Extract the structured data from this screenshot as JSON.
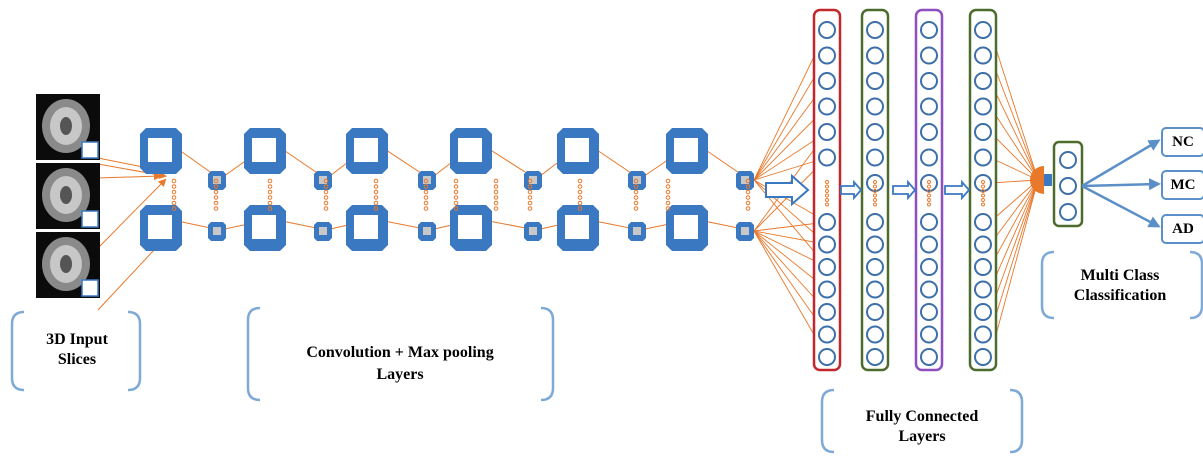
{
  "labels": {
    "input": [
      "3D Input",
      "Slices"
    ],
    "conv": [
      "Convolution + Max pooling",
      "Layers"
    ],
    "fc": [
      "Fully Connected",
      "Layers"
    ],
    "multi": [
      "Multi Class",
      "Classification"
    ]
  },
  "classes": [
    "NC",
    "MC",
    "AD"
  ],
  "colors": {
    "block": "#3a78c2",
    "block_light": "#5b96d6",
    "arrow": "#e8782a",
    "neuron": "#3d6fa8",
    "bracket": "#7fa9d6",
    "fc_layer_borders": [
      "#c0282d",
      "#4e6b2e",
      "#8e4fbf",
      "#4e6b2e"
    ],
    "output_border": "#4e6b2e",
    "class_arrow": "#5b8fc7"
  },
  "icons": [
    "brain-slice-sagittal",
    "brain-slice-coronal",
    "brain-slice-axial"
  ]
}
